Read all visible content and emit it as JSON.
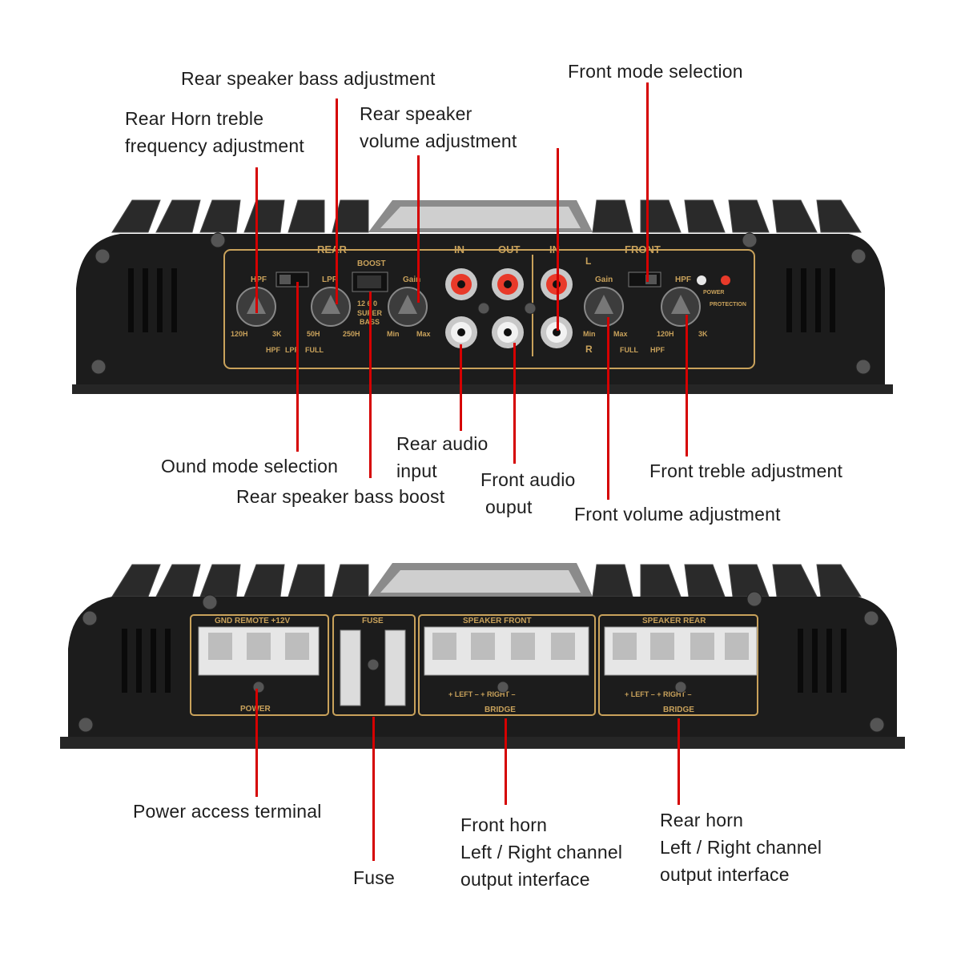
{
  "colors": {
    "leader": "#d50000",
    "chassis": "#1c1c1c",
    "panel_print": "#c9a25b",
    "rca_red": "#e83a2a",
    "rca_white": "#f2f2f2"
  },
  "top_panel": {
    "rear": "REAR",
    "boost": "BOOST",
    "in": "IN",
    "out": "OUT",
    "in2": "IN",
    "front": "FRONT",
    "l": "L",
    "r": "R",
    "hpf": "HPF",
    "lpf": "LPF",
    "gain": "Gain",
    "gain2": "Gain",
    "hpf2": "HPF",
    "f120h": "120H",
    "f3k": "3K",
    "f50h": "50H",
    "f250h": "250H",
    "min": "Min",
    "max": "Max",
    "min2": "Min",
    "max2": "Max",
    "f120h_2": "120H",
    "f3k_2": "3K",
    "sw_hpf": "HPF",
    "sw_lpf": "LPF",
    "sw_full": "FULL",
    "sw_full2": "FULL",
    "sw_hpf2": "HPF",
    "boost_vals": "12 6 0",
    "super": "SUPER",
    "bass": "BASS",
    "power": "POWER",
    "protection": "PROTECTION"
  },
  "bottom_panel": {
    "gnd_remote_12v": "GND  REMOTE  +12V",
    "fuse": "FUSE",
    "power": "POWER",
    "speaker_front": "SPEAKER  FRONT",
    "speaker_rear": "SPEAKER  REAR",
    "left_right_1": "+ LEFT –        + RIGHT –",
    "left_right_2": "+ LEFT –        + RIGHT –",
    "bridge_1": "BRIDGE",
    "bridge_2": "BRIDGE"
  },
  "labels": {
    "rear_bass_adj": "Rear speaker bass adjustment",
    "front_mode": "Front mode selection",
    "rear_horn_treble": [
      "Rear Horn treble",
      "frequency adjustment"
    ],
    "rear_volume": [
      "Rear speaker",
      "volume adjustment"
    ],
    "ound_mode": "Ound mode selection",
    "rear_bass_boost": "Rear speaker bass boost",
    "rear_audio_input": [
      "Rear audio",
      "input"
    ],
    "front_audio_output": [
      "Front audio",
      "ouput"
    ],
    "front_treble": "Front treble adjustment",
    "front_volume": "Front volume adjustment",
    "power_terminal": "Power access terminal",
    "fuse": "Fuse",
    "front_horn": [
      "Front horn",
      "Left / Right channel",
      "output interface"
    ],
    "rear_horn": [
      "Rear horn",
      "Left / Right channel",
      "output interface"
    ]
  }
}
